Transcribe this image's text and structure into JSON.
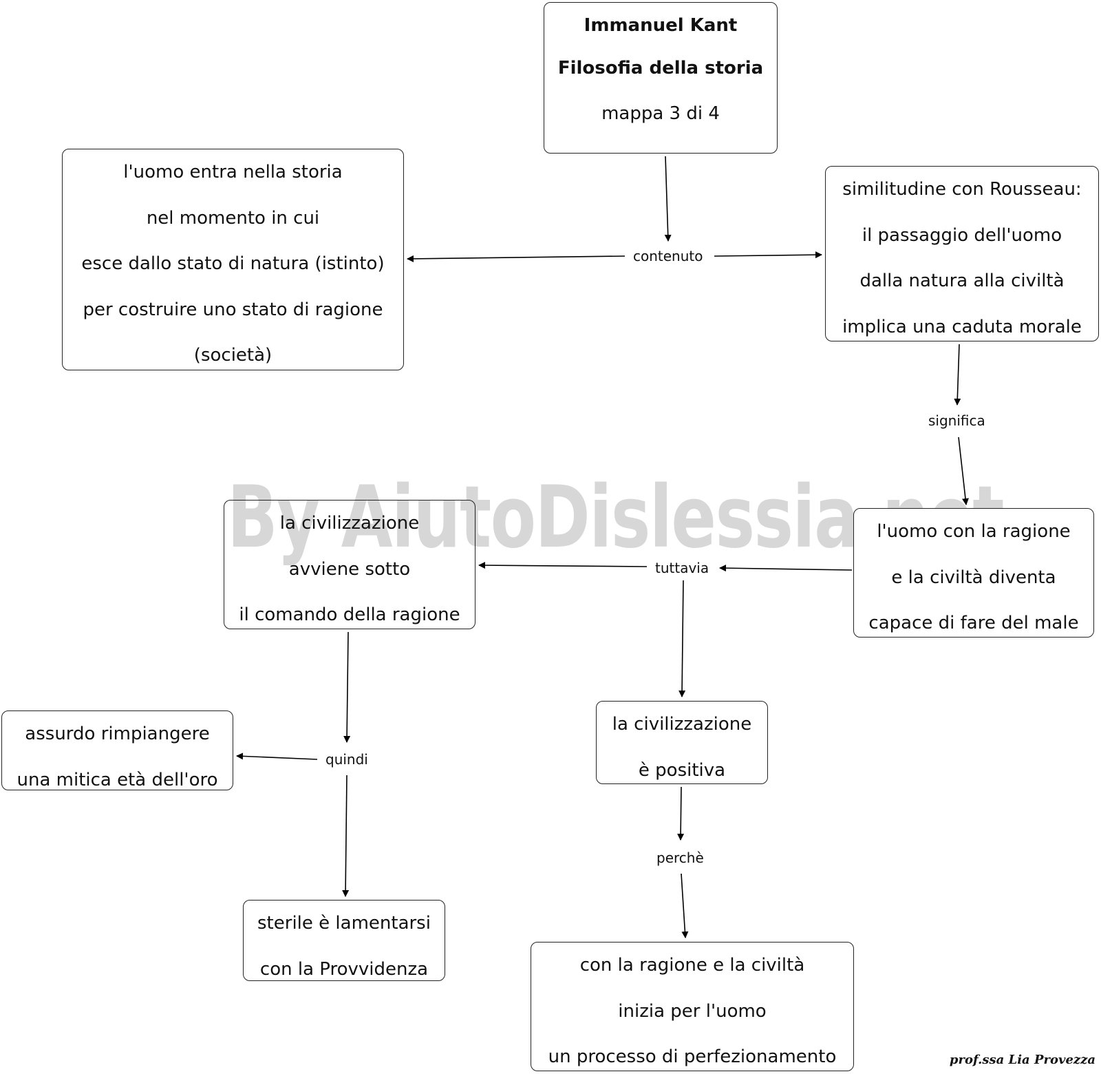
{
  "title_node": {
    "line1": "Immanuel Kant",
    "line2": "Filosofia della storia",
    "line3": "mappa 3 di 4"
  },
  "nodes": {
    "stato_natura": [
      "l'uomo entra nella storia",
      "nel momento in cui",
      "esce dallo stato di natura (istinto)",
      "per costruire uno stato di ragione",
      "(società)"
    ],
    "rousseau": [
      "similitudine con Rousseau:",
      "il passaggio dell'uomo",
      "dalla natura  alla civiltà",
      "implica una caduta morale"
    ],
    "male": [
      "l'uomo con la ragione",
      "e la civiltà diventa",
      "capace di fare del male"
    ],
    "comando_ragione": [
      "la civilizzazione",
      "avviene sotto",
      "il comando della ragione"
    ],
    "eta_oro": [
      "assurdo rimpiangere",
      "una mitica età dell'oro"
    ],
    "positiva": [
      "la civilizzazione",
      "è positiva"
    ],
    "provvidenza": [
      "sterile è lamentarsi",
      "con la Provvidenza"
    ],
    "perfezionamento": [
      "con la ragione e la civiltà",
      "inizia per l'uomo",
      "un processo di perfezionamento"
    ]
  },
  "link_labels": {
    "contenuto": "contenuto",
    "significa": "significa",
    "tuttavia": "tuttavia",
    "quindi": "quindi",
    "perche": "perchè"
  },
  "watermark": "By AiutoDislessia.net",
  "signature": "prof.ssa Lia Provezza"
}
